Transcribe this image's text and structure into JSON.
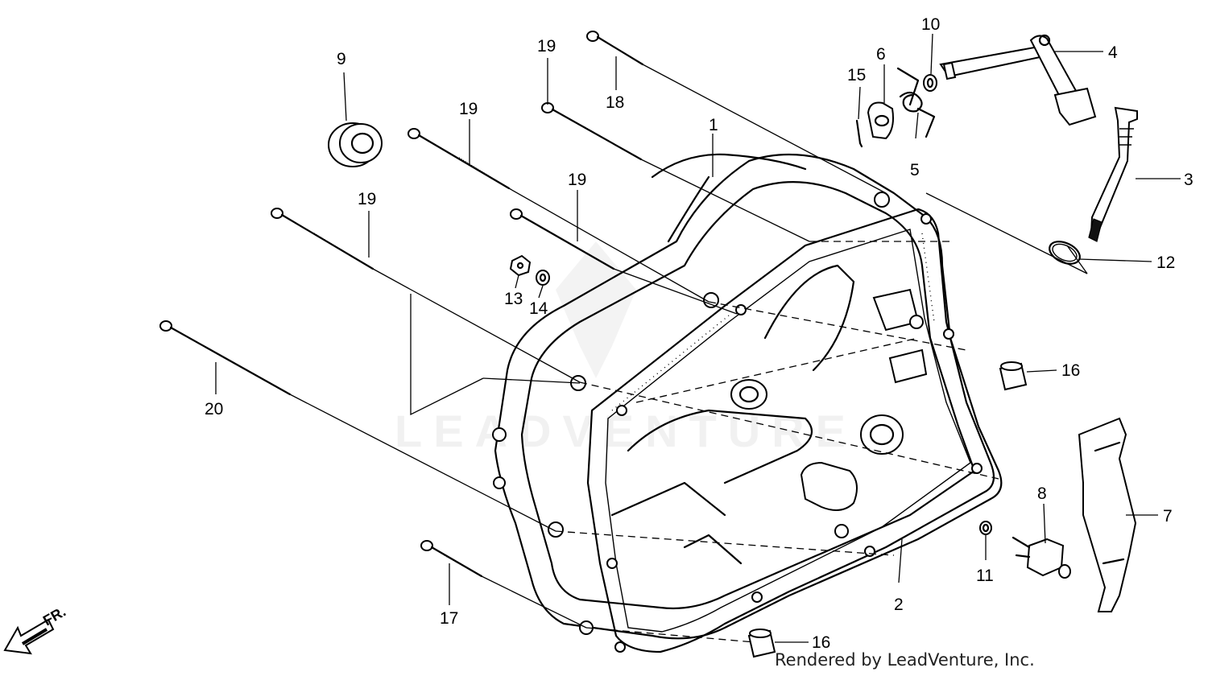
{
  "diagram": {
    "callouts": {
      "p1": "1",
      "p2": "2",
      "p3": "3",
      "p4": "4",
      "p5": "5",
      "p6": "6",
      "p7": "7",
      "p8": "8",
      "p9": "9",
      "p10": "10",
      "p11": "11",
      "p12": "12",
      "p13": "13",
      "p14": "14",
      "p15": "15",
      "p16a": "16",
      "p16b": "16",
      "p17": "17",
      "p18": "18",
      "p19a": "19",
      "p19b": "19",
      "p19c": "19",
      "p19d": "19",
      "p20": "20"
    },
    "direction_label": "FR.",
    "watermark": "LEADVENTURE",
    "credit": "Rendered by LeadVenture, Inc."
  }
}
